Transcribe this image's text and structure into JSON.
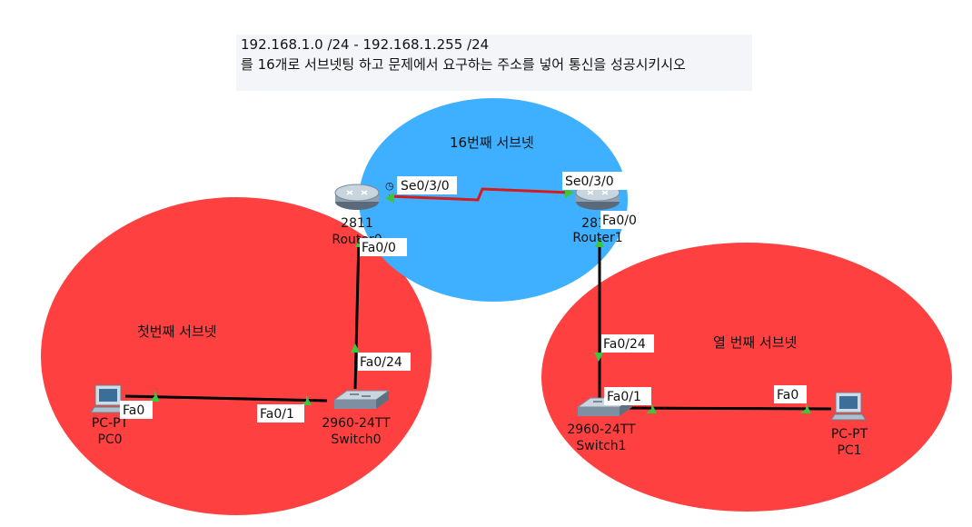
{
  "instructions": {
    "line1": "192.168.1.0 /24 - 192.168.1.255 /24",
    "line2": "를 16개로 서브넷팅 하고 문제에서 요구하는 주소를 넣어 통신을 성공시키시오"
  },
  "zones": {
    "wan": "16번째 서브넷",
    "left": "첫번째 서브넷",
    "right": "열 번째 서브넷"
  },
  "devices": {
    "router0": {
      "model": "2811",
      "name": "Router0"
    },
    "router1": {
      "model": "2811",
      "name": "Router1"
    },
    "switch0": {
      "model": "2960-24TT",
      "name": "Switch0"
    },
    "switch1": {
      "model": "2960-24TT",
      "name": "Switch1"
    },
    "pc0": {
      "model": "PC-PT",
      "name": "PC0"
    },
    "pc1": {
      "model": "PC-PT",
      "name": "PC1"
    }
  },
  "ports": {
    "r0_serial": "Se0/3/0",
    "r1_serial": "Se0/3/0",
    "r0_fa": "Fa0/0",
    "r1_fa": "Fa0/0",
    "sw0_uplink": "Fa0/24",
    "sw0_pc": "Fa0/1",
    "pc0_fa": "Fa0",
    "sw1_uplink": "Fa0/24",
    "sw1_pc": "Fa0/1",
    "pc1_fa": "Fa0"
  },
  "colors": {
    "lan_zone": "#ff4040",
    "wan_zone": "#3fb0ff",
    "serial_link": "#d41c1c",
    "ethernet_link": "#000000",
    "link_up": "#3ec43e"
  }
}
